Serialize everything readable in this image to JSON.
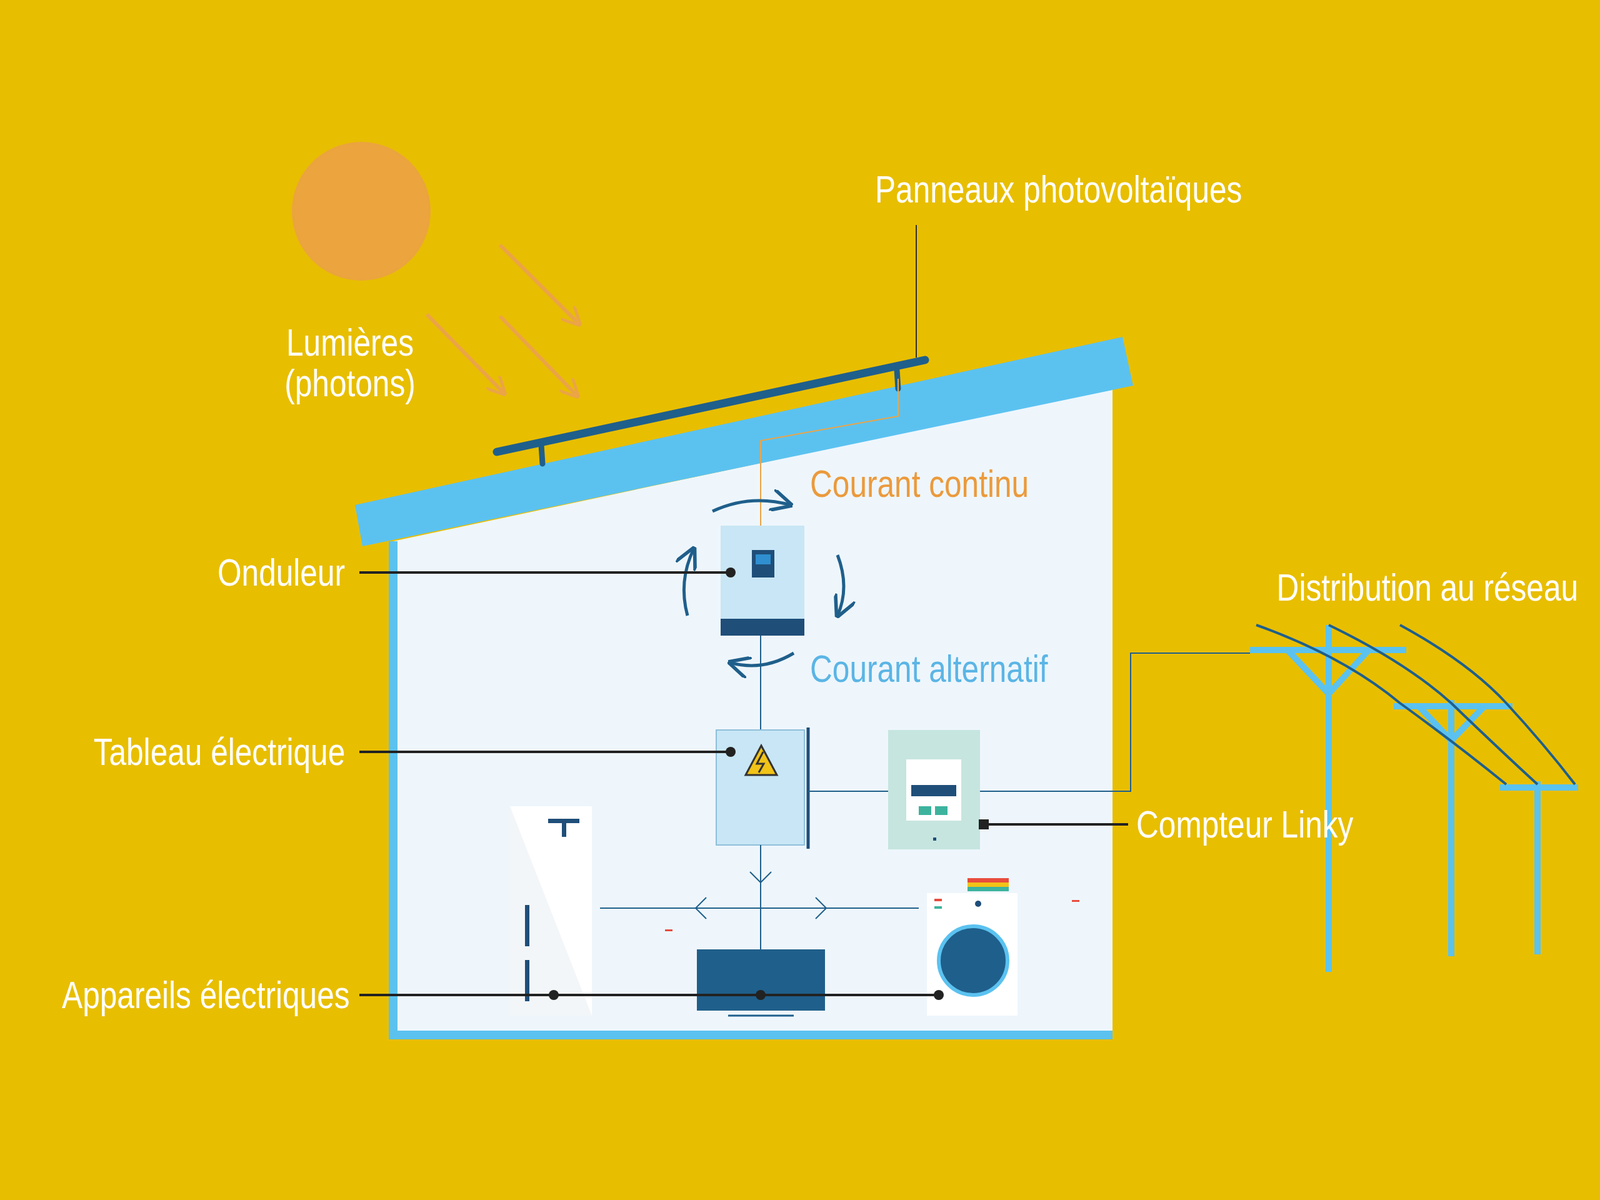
{
  "diagram": {
    "labels": [
      "Lumières (photons)",
      "Panneaux photovoltaïques",
      "Courant continu",
      "Onduleur",
      "Courant alternatif",
      "Tableau électrique",
      "Distribution au réseau",
      "Compteur Linky",
      "Appareils électriques"
    ]
  }
}
